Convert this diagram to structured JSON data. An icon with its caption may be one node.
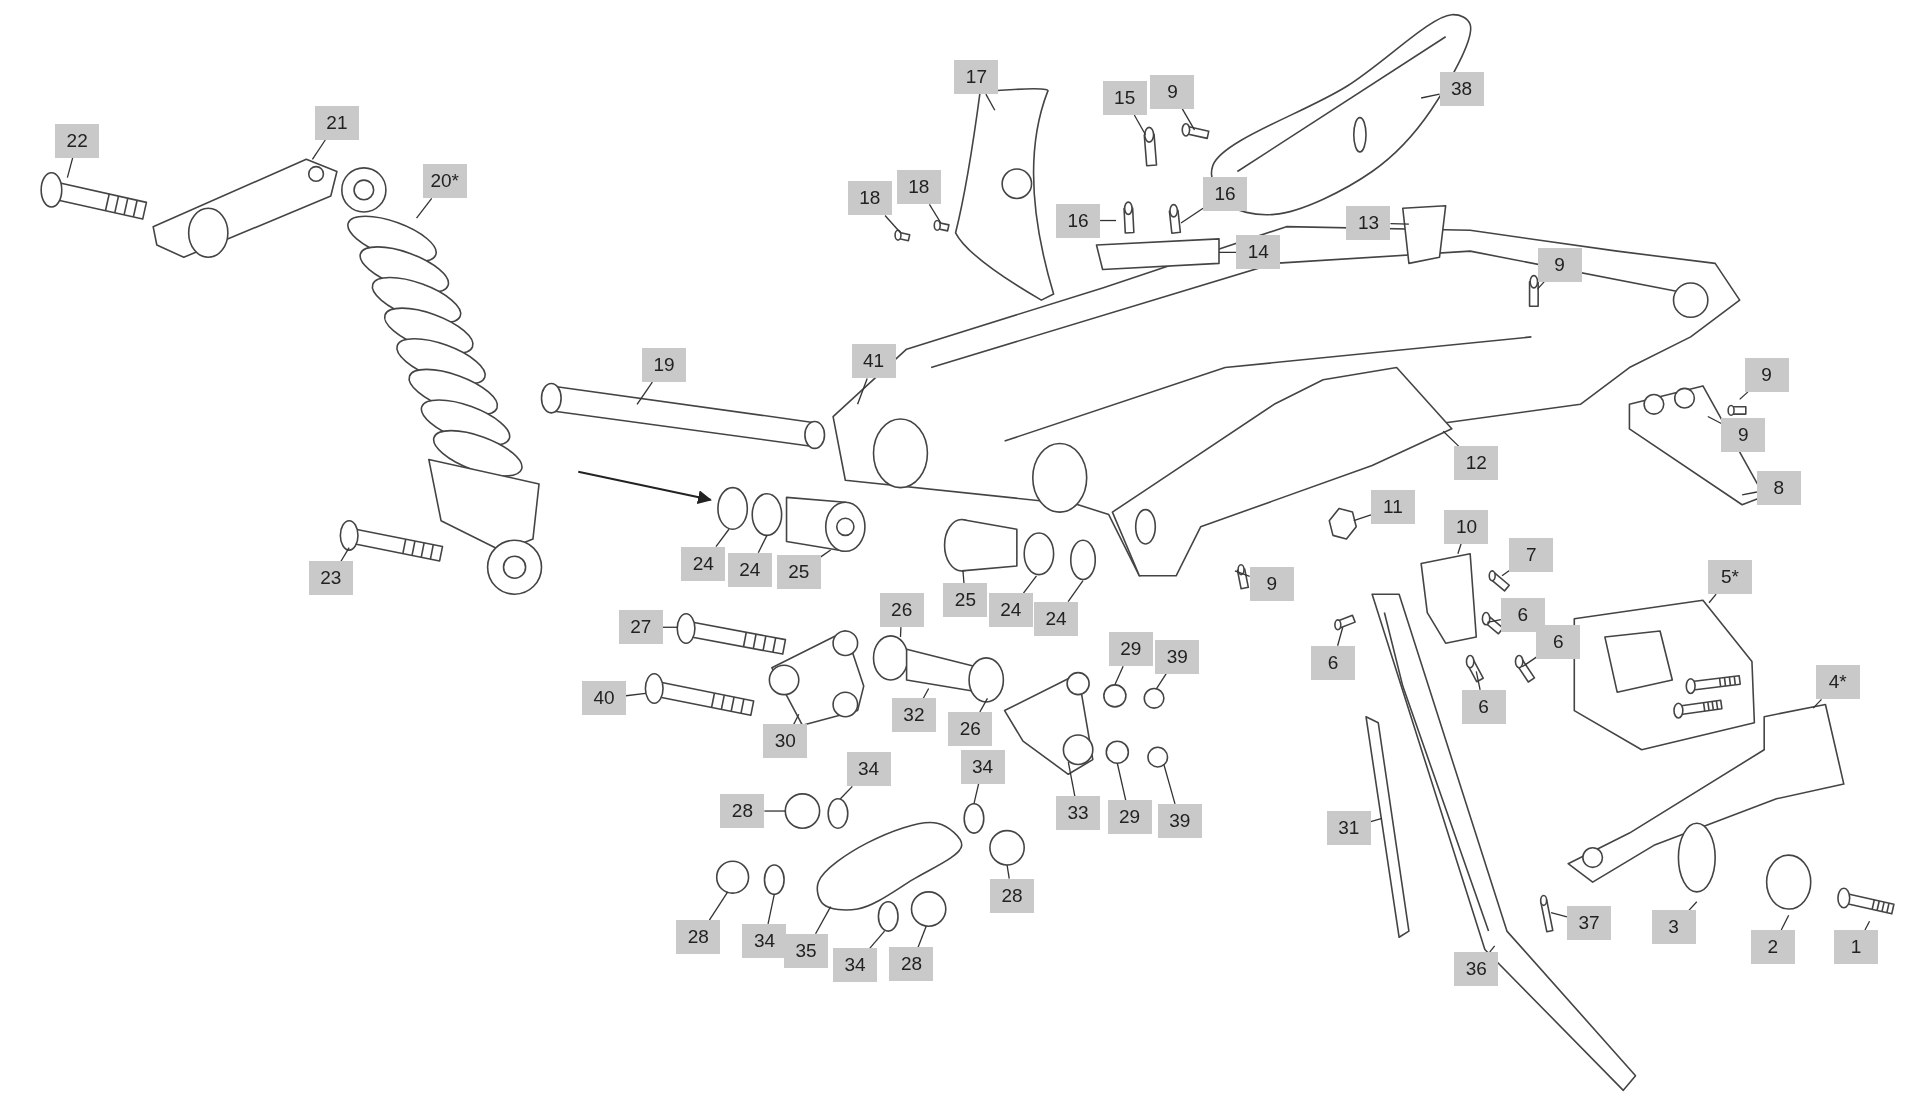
{
  "diagram": {
    "nodes": [
      {
        "text": [
          "22"
        ]
      },
      {
        "text": [
          "21"
        ]
      },
      {
        "text": [
          "20*"
        ]
      },
      {
        "text": [
          "19"
        ]
      },
      {
        "text": [
          "41"
        ]
      },
      {
        "text": [
          "23"
        ]
      },
      {
        "text": [
          "24"
        ]
      },
      {
        "text": [
          "24"
        ]
      },
      {
        "text": [
          "25"
        ]
      },
      {
        "text": [
          "17"
        ]
      },
      {
        "text": [
          "15"
        ]
      },
      {
        "text": [
          "9"
        ]
      },
      {
        "text": [
          "38"
        ]
      },
      {
        "text": [
          "18"
        ]
      },
      {
        "text": [
          "18"
        ]
      },
      {
        "text": [
          "16"
        ]
      },
      {
        "text": [
          "16"
        ]
      },
      {
        "text": [
          "14"
        ]
      },
      {
        "text": [
          "13"
        ]
      },
      {
        "text": [
          "9"
        ]
      },
      {
        "text": [
          "9"
        ]
      },
      {
        "text": [
          "9"
        ]
      },
      {
        "text": [
          "8"
        ]
      },
      {
        "text": [
          "12"
        ]
      },
      {
        "text": [
          "11"
        ]
      },
      {
        "text": [
          "9"
        ]
      },
      {
        "text": [
          "10"
        ]
      },
      {
        "text": [
          "7"
        ]
      },
      {
        "text": [
          "6"
        ]
      },
      {
        "text": [
          "6"
        ]
      },
      {
        "text": [
          "6"
        ]
      },
      {
        "text": [
          "6"
        ]
      },
      {
        "text": [
          "5*"
        ]
      },
      {
        "text": [
          "4*"
        ]
      },
      {
        "text": [
          "25"
        ]
      },
      {
        "text": [
          "24"
        ]
      },
      {
        "text": [
          "24"
        ]
      },
      {
        "text": [
          "26"
        ]
      },
      {
        "text": [
          "27"
        ]
      },
      {
        "text": [
          "40"
        ]
      },
      {
        "text": [
          "30"
        ]
      },
      {
        "text": [
          "32"
        ]
      },
      {
        "text": [
          "26"
        ]
      },
      {
        "text": [
          "29"
        ]
      },
      {
        "text": [
          "39"
        ]
      },
      {
        "text": [
          "33"
        ]
      },
      {
        "text": [
          "29"
        ]
      },
      {
        "text": [
          "39"
        ]
      },
      {
        "text": [
          "34"
        ]
      },
      {
        "text": [
          "34"
        ]
      },
      {
        "text": [
          "28"
        ]
      },
      {
        "text": [
          "28"
        ]
      },
      {
        "text": [
          "28"
        ]
      },
      {
        "text": [
          "34"
        ]
      },
      {
        "text": [
          "35"
        ]
      },
      {
        "text": [
          "34"
        ]
      },
      {
        "text": [
          "28"
        ]
      },
      {
        "text": [
          "31"
        ]
      },
      {
        "text": [
          "37"
        ]
      },
      {
        "text": [
          "36"
        ]
      },
      {
        "text": [
          "3"
        ]
      },
      {
        "text": [
          "2"
        ]
      },
      {
        "text": [
          "1"
        ]
      }
    ],
    "edges": [
      {
        "from": 0,
        "to": null,
        "arrow": "none"
      },
      {
        "from": 1,
        "to": null,
        "arrow": "none"
      },
      {
        "from": 2,
        "to": null,
        "arrow": "none"
      },
      {
        "from": 3,
        "to": null,
        "arrow": "none"
      },
      {
        "from": 4,
        "to": null,
        "arrow": "none"
      },
      {
        "from": 5,
        "to": null,
        "arrow": "none"
      },
      {
        "from": 6,
        "to": null,
        "arrow": "none"
      },
      {
        "from": 7,
        "to": null,
        "arrow": "none"
      },
      {
        "from": 8,
        "to": null,
        "arrow": "none"
      },
      {
        "from": 9,
        "to": null,
        "arrow": "none"
      },
      {
        "from": 10,
        "to": null,
        "arrow": "none"
      },
      {
        "from": 11,
        "to": null,
        "arrow": "none"
      },
      {
        "from": 12,
        "to": null,
        "arrow": "none"
      },
      {
        "from": 13,
        "to": null,
        "arrow": "none"
      },
      {
        "from": 14,
        "to": null,
        "arrow": "none"
      },
      {
        "from": 15,
        "to": null,
        "arrow": "none"
      },
      {
        "from": 16,
        "to": null,
        "arrow": "none"
      },
      {
        "from": 17,
        "to": null,
        "arrow": "none"
      },
      {
        "from": 18,
        "to": null,
        "arrow": "none"
      },
      {
        "from": 19,
        "to": null,
        "arrow": "none"
      },
      {
        "from": 20,
        "to": null,
        "arrow": "none"
      },
      {
        "from": 21,
        "to": null,
        "arrow": "none"
      },
      {
        "from": 22,
        "to": null,
        "arrow": "none"
      },
      {
        "from": 23,
        "to": null,
        "arrow": "none"
      },
      {
        "from": 24,
        "to": null,
        "arrow": "none"
      },
      {
        "from": 25,
        "to": null,
        "arrow": "none"
      },
      {
        "from": 26,
        "to": null,
        "arrow": "none"
      },
      {
        "from": 27,
        "to": null,
        "arrow": "none"
      },
      {
        "from": 28,
        "to": null,
        "arrow": "none"
      },
      {
        "from": 29,
        "to": null,
        "arrow": "none"
      },
      {
        "from": 30,
        "to": null,
        "arrow": "none"
      },
      {
        "from": 31,
        "to": null,
        "arrow": "none"
      },
      {
        "from": 32,
        "to": null,
        "arrow": "none"
      },
      {
        "from": 33,
        "to": null,
        "arrow": "none"
      },
      {
        "from": 34,
        "to": null,
        "arrow": "none"
      },
      {
        "from": 35,
        "to": null,
        "arrow": "none"
      },
      {
        "from": 36,
        "to": null,
        "arrow": "none"
      },
      {
        "from": 37,
        "to": null,
        "arrow": "none"
      },
      {
        "from": 38,
        "to": null,
        "arrow": "none"
      },
      {
        "from": 39,
        "to": null,
        "arrow": "none"
      },
      {
        "from": 40,
        "to": null,
        "arrow": "none"
      },
      {
        "from": 41,
        "to": null,
        "arrow": "none"
      },
      {
        "from": 42,
        "to": null,
        "arrow": "none"
      },
      {
        "from": 43,
        "to": null,
        "arrow": "none"
      },
      {
        "from": 44,
        "to": null,
        "arrow": "none"
      },
      {
        "from": 45,
        "to": null,
        "arrow": "none"
      },
      {
        "from": 46,
        "to": null,
        "arrow": "none"
      },
      {
        "from": 47,
        "to": null,
        "arrow": "none"
      },
      {
        "from": 48,
        "to": null,
        "arrow": "none"
      },
      {
        "from": 49,
        "to": null,
        "arrow": "none"
      },
      {
        "from": 50,
        "to": null,
        "arrow": "none"
      },
      {
        "from": 51,
        "to": null,
        "arrow": "none"
      },
      {
        "from": 52,
        "to": null,
        "arrow": "none"
      },
      {
        "from": 53,
        "to": null,
        "arrow": "none"
      },
      {
        "from": 54,
        "to": null,
        "arrow": "none"
      },
      {
        "from": 55,
        "to": null,
        "arrow": "none"
      },
      {
        "from": 56,
        "to": null,
        "arrow": "none"
      },
      {
        "from": 57,
        "to": null,
        "arrow": "none"
      },
      {
        "from": 58,
        "to": null,
        "arrow": "none"
      },
      {
        "from": 59,
        "to": null,
        "arrow": "none"
      },
      {
        "from": 60,
        "to": null,
        "arrow": "none"
      },
      {
        "from": 61,
        "to": null,
        "arrow": "none"
      },
      {
        "from": 62,
        "to": null,
        "arrow": "none"
      }
    ]
  }
}
